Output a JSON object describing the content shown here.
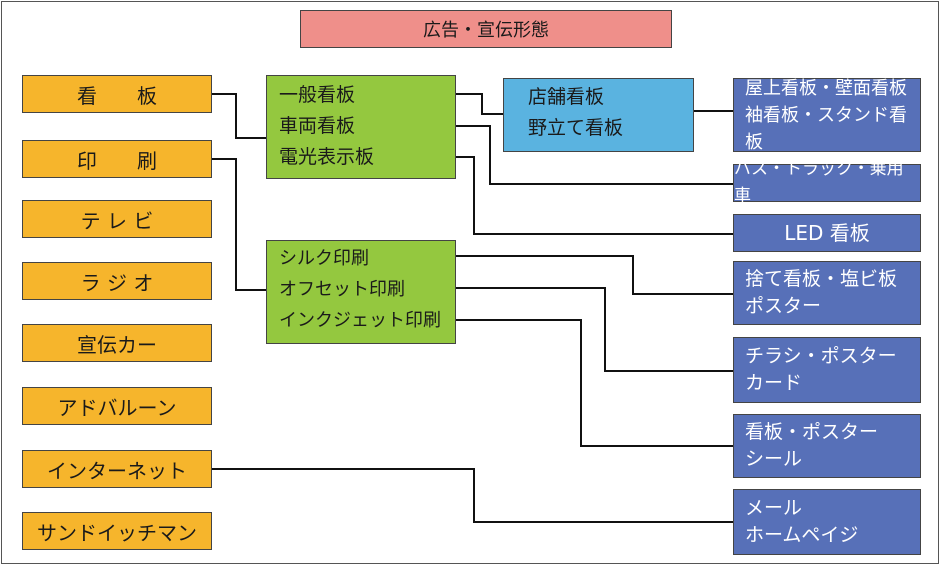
{
  "title": "広告・宣伝形態",
  "media": [
    "看　　板",
    "印　　刷",
    "テ レ ビ",
    "ラ ジ オ",
    "宣伝カー",
    "アドバルーン",
    "インターネット",
    "サンドイッチマン"
  ],
  "signboard_types": [
    "一般看板",
    "車両看板",
    "電光表示板"
  ],
  "print_types": [
    "シルク印刷",
    "オフセット印刷",
    "インクジェット印刷"
  ],
  "general_signboards": [
    "店舗看板",
    "野立て看板"
  ],
  "outputs": {
    "rooftop": [
      "屋上看板・壁面看板",
      "袖看板・スタンド看板"
    ],
    "vehicle": [
      "バス・トラック・乗用車"
    ],
    "led": [
      "LED 看板"
    ],
    "silk": [
      "捨て看板・塩ビ板",
      "ポスター"
    ],
    "offset": [
      "チラシ・ポスター",
      "カード"
    ],
    "inkjet": [
      "看板・ポスター",
      "シール"
    ],
    "internet": [
      "メール",
      "ホームペイジ"
    ]
  }
}
